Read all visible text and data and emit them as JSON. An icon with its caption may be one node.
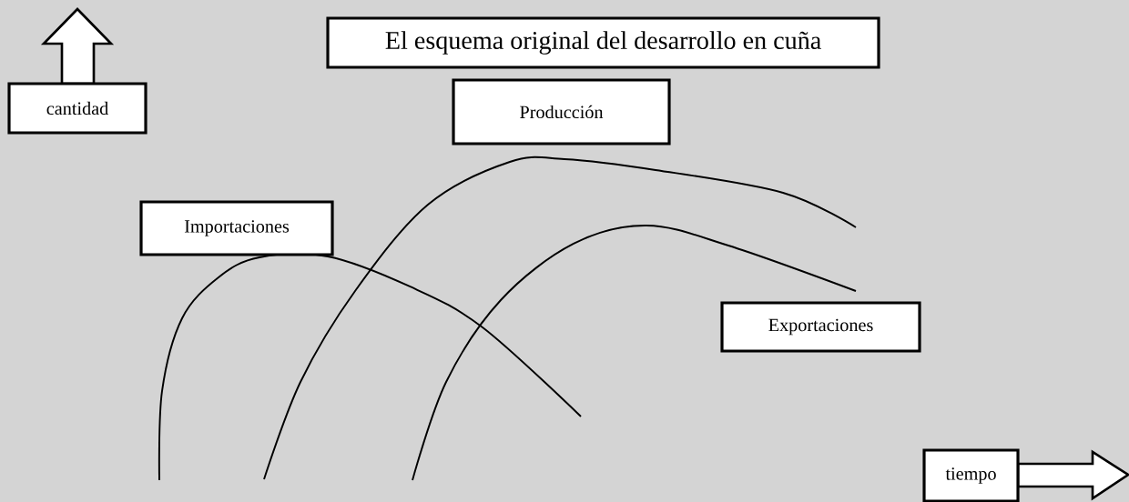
{
  "diagram": {
    "nodes": [
      {
        "text": [
          "El esquema original del desarrollo en cuña"
        ]
      },
      {
        "text": [
          "cantidad"
        ]
      },
      {
        "text": [
          "Producción"
        ]
      },
      {
        "text": [
          "Importaciones"
        ]
      },
      {
        "text": [
          "Exportaciones"
        ]
      },
      {
        "text": [
          "tiempo"
        ]
      }
    ]
  }
}
